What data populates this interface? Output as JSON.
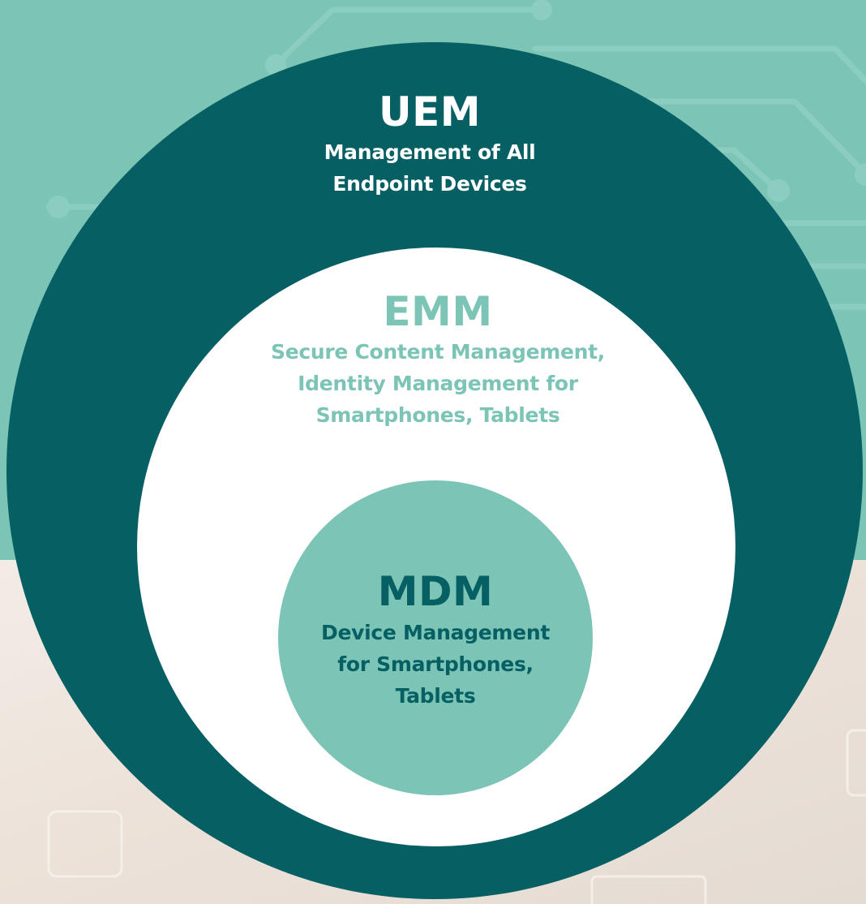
{
  "diagram": {
    "colors": {
      "outer_fill": "#055f63",
      "middle_fill": "#ffffff",
      "inner_fill": "#7bc4b6",
      "background_top": "#7bc4b6",
      "background_bottom": "#ede4dc"
    },
    "outer": {
      "title": "UEM",
      "description": "Management of All Endpoint Devices"
    },
    "middle": {
      "title": "EMM",
      "description": "Secure Content Management, Identity Management for Smartphones, Tablets"
    },
    "inner": {
      "title": "MDM",
      "description": "Device Management for Smartphones, Tablets"
    }
  }
}
